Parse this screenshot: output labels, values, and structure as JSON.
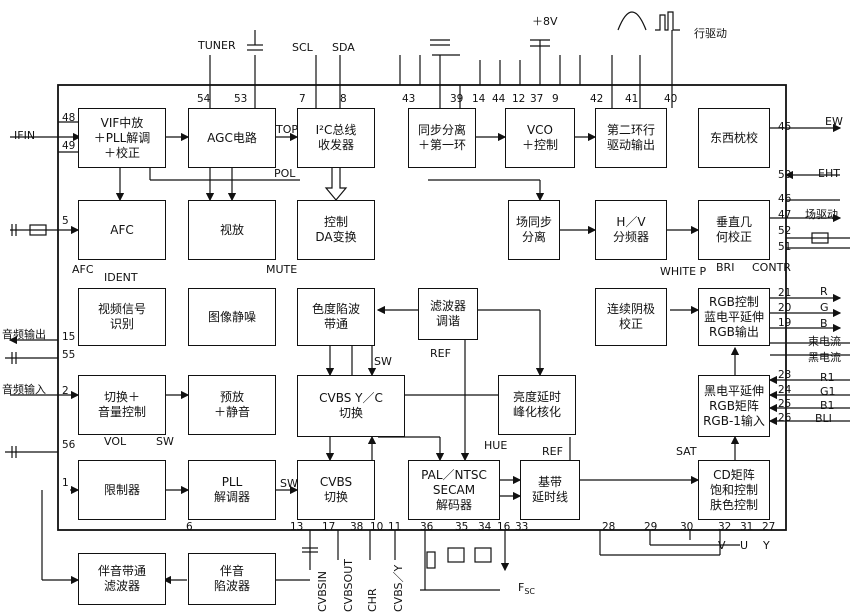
{
  "blocks": {
    "vif": "VIF中放\n＋PLL解调\n＋校正",
    "agc": "AGC电路",
    "i2c": "I²C总线\n收发器",
    "sync": "同步分离\n＋第一环",
    "vco": "VCO\n＋控制",
    "second_loop": "第二环行\n驱动输出",
    "ew": "东西枕校",
    "afc": "AFC",
    "video_amp": "视放",
    "dac": "控制\nDA变换",
    "field_sync": "场同步\n分离",
    "hv_div": "H／V\n分频器",
    "vgeo": "垂直几\n何校正",
    "ident": "视频信号\n识别",
    "mute": "图像静噪",
    "chroma_trap": "色度陷波\n带通",
    "filter_tune": "滤波器\n调谐",
    "cont_cath": "连续阴极\n校正",
    "rgb_ctrl": "RGB控制\n蓝电平延伸\nRGB输出",
    "switch_vol": "切换＋\n音量控制",
    "preamp": "预放\n＋静音",
    "cvbs_yc": "CVBS Y／C\n切换",
    "luma_delay": "亮度延时\n峰化核化",
    "black_ext": "黑电平延伸\nRGB矩阵\nRGB-1输入",
    "limiter": "限制器",
    "pll_demod": "PLL\n解调器",
    "cvbs_sw": "CVBS\n切换",
    "pal_dec": "PAL／NTSC\nSECAM\n解码器",
    "baseband": "基带\n延时线",
    "cd_matrix": "CD矩阵\n饱和控制\n肤色控制",
    "sound_bp": "伴音带通\n滤波器",
    "sound_trap": "伴音\n陷波器"
  },
  "labels": {
    "tuner": "TUNER",
    "scl": "SCL",
    "sda": "SDA",
    "v8": "＋8V",
    "hdrive": "行驱动",
    "ifin": "IFIN",
    "top": "TOP",
    "pol": "POL",
    "afc_out": "AFC",
    "ident_out": "IDENT",
    "mute_in": "MUTE",
    "ew_out": "EW",
    "eht": "EHT",
    "vdrive": "场驱动",
    "white_p": "WHITE P",
    "bri": "BRI",
    "contr": "CONTR",
    "r": "R",
    "g": "G",
    "b": "B",
    "beam_current": "束电流",
    "black_current": "黑电流",
    "r1": "R1",
    "g1": "G1",
    "b1": "B1",
    "bli": "BLI",
    "audio_out": "音频输出",
    "audio_in": "音频输入",
    "sw1": "SW",
    "sw2": "SW",
    "sw3": "SW",
    "vol": "VOL",
    "ref1": "REF",
    "ref2": "REF",
    "hue": "HUE",
    "sat": "SAT",
    "v": "V",
    "u": "U",
    "y": "Y",
    "cvbsin": "CVBSIN",
    "cvbsout": "CVBSOUT",
    "chr": "CHR",
    "cvbsy": "CVBS／Y",
    "fsc": "F",
    "fsc_sub": "SC"
  },
  "pins": {
    "p48": "48",
    "p49": "49",
    "p54": "54",
    "p53": "53",
    "p7": "7",
    "p8": "8",
    "p43": "43",
    "p39": "39",
    "p14": "14",
    "p44": "44",
    "p12": "12",
    "p37": "37",
    "p9": "9",
    "p42": "42",
    "p41": "41",
    "p40": "40",
    "p45": "45",
    "p50": "50",
    "p46": "46",
    "p47": "47",
    "p52": "52",
    "p51": "51",
    "p5": "5",
    "p21": "21",
    "p20": "20",
    "p19": "19",
    "p15": "15",
    "p55": "55",
    "p2": "2",
    "p56": "56",
    "p23": "23",
    "p24": "24",
    "p25": "25",
    "p26": "26",
    "p1": "1",
    "p6": "6",
    "p13": "13",
    "p17": "17",
    "p38": "38",
    "p10": "10",
    "p11": "11",
    "p36": "36",
    "p35": "35",
    "p34": "34",
    "p16": "16",
    "p33": "33",
    "p28": "28",
    "p29": "29",
    "p30": "30",
    "p32": "32",
    "p31": "31",
    "p27": "27"
  }
}
